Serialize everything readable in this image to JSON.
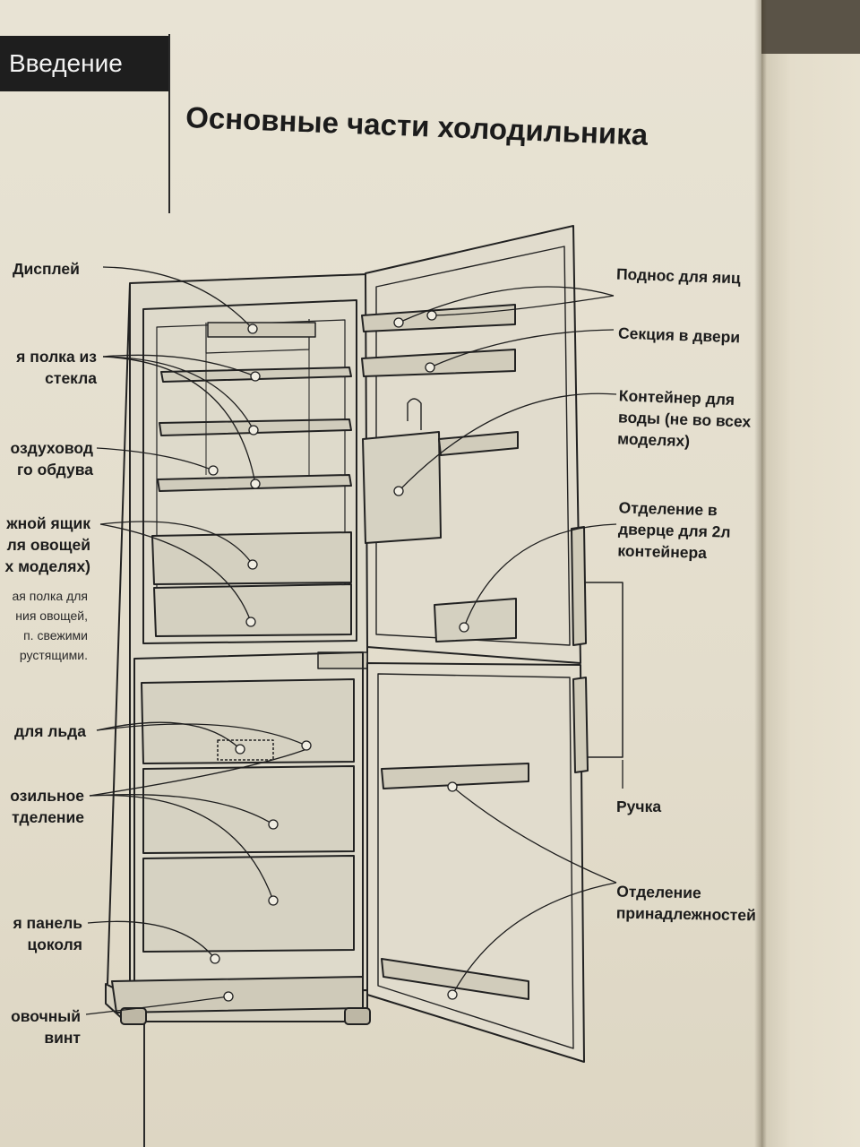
{
  "section": "Введение",
  "title": "Основные части холодильника",
  "labels_left": {
    "display": "Дисплей",
    "glass_shelf": "я  полка из\nстекла",
    "air_duct": "оздуховод\nго обдува",
    "drawer": "жной ящик\nля овощей\nх моделях)",
    "drawer_note": "ая полка для\nния овощей,\nп. свежими\nрустящими.",
    "ice": "для льда",
    "freezer": "озильное\nтделение",
    "plinth": "я панель\nцоколя",
    "screw": "овочный\nвинт"
  },
  "labels_right": {
    "egg_tray": "Поднос для яиц",
    "door_section": "Секция в двери",
    "water_container": "Контейнер для\nводы (не во всех\nмоделях)",
    "two_l": "Отделение в\nдверце для 2л\nконтейнера",
    "handle": "Ручка",
    "accessories": "Отделение\nпринадлежностей"
  }
}
